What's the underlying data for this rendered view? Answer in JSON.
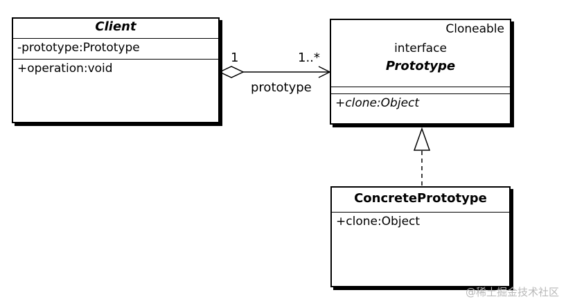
{
  "client": {
    "name": "Client",
    "attribute": "-prototype:Prototype",
    "operation": "+operation:void"
  },
  "prototype": {
    "stereotype": "Cloneable",
    "kind": "interface",
    "name": "Prototype",
    "operation": "+clone:Object"
  },
  "concrete": {
    "name": "ConcretePrototype",
    "operation": "+clone:Object"
  },
  "association": {
    "source_multiplicity": "1",
    "target_multiplicity": "1..*",
    "role": "prototype"
  },
  "watermark": "@稀土掘金技术社区"
}
